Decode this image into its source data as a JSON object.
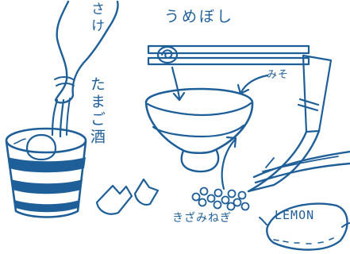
{
  "labels": {
    "sake": "さけ",
    "tamagozake": "たまご酒",
    "umeboshi": "うめぼし",
    "miso": "みそ",
    "kizaminegi": "きざみねぎ",
    "lemon": "LEMON"
  },
  "colors": {
    "ink": "#1f5f99",
    "background": "#ffffff"
  }
}
